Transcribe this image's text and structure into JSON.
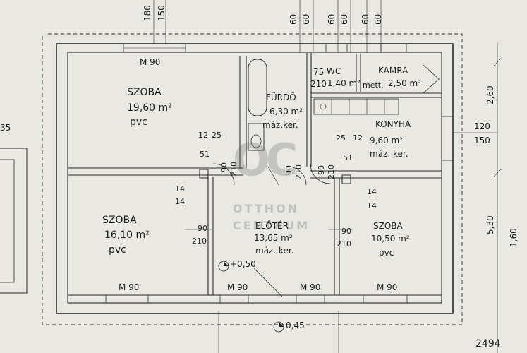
{
  "rooms": [
    {
      "id": "szoba1",
      "name": "SZOBA",
      "area": "19,60 m²",
      "floor": "pvc"
    },
    {
      "id": "furdo",
      "name": "FÜRDŐ",
      "area": "6,30 m²",
      "floor": "máz.ker."
    },
    {
      "id": "wc",
      "name": "WC",
      "area": "1,40 m²",
      "dims_top": "75",
      "dims_bottom": "210"
    },
    {
      "id": "kamra",
      "name": "KAMRA",
      "area": "2,50 m²",
      "prefix": "mett."
    },
    {
      "id": "konyha",
      "name": "KONYHA",
      "area": "9,60 m²",
      "floor": "máz. ker."
    },
    {
      "id": "szoba2",
      "name": "SZOBA",
      "area": "16,10 m²",
      "floor": "pvc"
    },
    {
      "id": "eloter",
      "name": "ELŐTÉR",
      "area": "13,65 m²",
      "floor": "máz. ker."
    },
    {
      "id": "szoba3",
      "name": "SZOBA",
      "area": "10,50 m²",
      "floor": "pvc"
    }
  ],
  "windows": {
    "m90": "M 90"
  },
  "dims": {
    "top_180": "180",
    "top_150": "150",
    "top_60a": "60",
    "top_60b": "60",
    "top_60c": "60",
    "top_60d": "60",
    "top_60e": "60",
    "top_60f": "60",
    "right_260": "2,60",
    "right_120": "120",
    "right_150": "150",
    "right_530": "5,30",
    "right_160": "1,60",
    "left_35": "35",
    "door_12": "12",
    "door_25": "25",
    "door_51": "51",
    "door_25b": "25",
    "door_12b": "12",
    "door_51b": "51",
    "door_90": "90",
    "door_210": "210",
    "door_90b": "90",
    "door_210b": "210",
    "door_90c": "90",
    "door_210c": "210",
    "door_90d": "90",
    "door_210d": "210",
    "door_90e": "90",
    "door_210e": "210",
    "door_14": "14",
    "door_14b": "14",
    "door_14c": "14",
    "door_14d": "14",
    "level_050": "+0,50",
    "level_045": "0,45",
    "corner": "2494"
  },
  "watermark": {
    "logo": "OC",
    "line1": "OTTHON",
    "line2": "CENTRUM"
  }
}
